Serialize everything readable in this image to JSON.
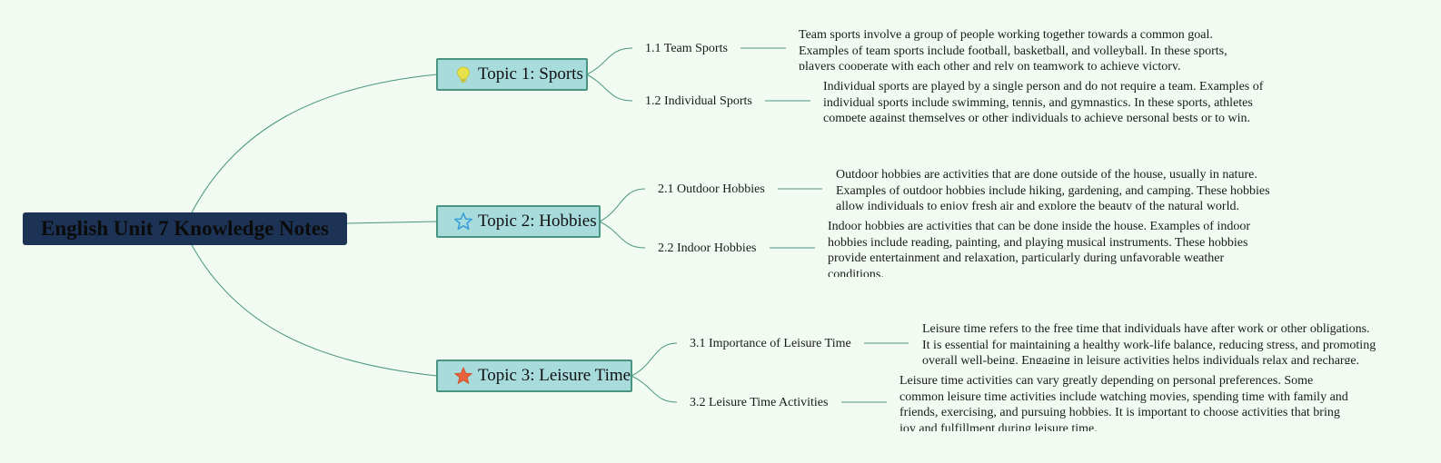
{
  "root": {
    "title": "English Unit 7 Knowledge Notes"
  },
  "topics": [
    {
      "title": "Topic 1: Sports",
      "icon": "lightbulb-icon",
      "icon_color": "#e8e24a",
      "subtopics": [
        {
          "title": "1.1 Team Sports",
          "note": "Team sports involve a group of people working together towards a common goal. Examples of team sports include football, basketball, and volleyball. In these sports, players cooperate with each other and rely on teamwork to achieve victory."
        },
        {
          "title": "1.2 Individual Sports",
          "note": "Individual sports are played by a single person and do not require a team. Examples of individual sports include swimming, tennis, and gymnastics. In these sports, athletes compete against themselves or other individuals to achieve personal bests or to win."
        }
      ]
    },
    {
      "title": "Topic 2: Hobbies",
      "icon": "star-outline-icon",
      "icon_color": "#3a9fd8",
      "subtopics": [
        {
          "title": "2.1 Outdoor Hobbies",
          "note": "Outdoor hobbies are activities that are done outside of the house, usually in nature. Examples of outdoor hobbies include hiking, gardening, and camping. These hobbies allow individuals to enjoy fresh air and explore the beauty of the natural world."
        },
        {
          "title": "2.2 Indoor Hobbies",
          "note": "Indoor hobbies are activities that can be done inside the house. Examples of indoor hobbies include reading, painting, and playing musical instruments. These hobbies provide entertainment and relaxation, particularly during unfavorable weather conditions."
        }
      ]
    },
    {
      "title": "Topic 3: Leisure Time",
      "icon": "star-filled-icon",
      "icon_color": "#e8643c",
      "subtopics": [
        {
          "title": "3.1 Importance of Leisure Time",
          "note": "Leisure time refers to the free time that individuals have after work or other obligations. It is essential for maintaining a healthy work-life balance, reducing stress, and promoting overall well-being. Engaging in leisure activities helps individuals relax and recharge."
        },
        {
          "title": "3.2 Leisure Time Activities",
          "note": "Leisure time activities can vary greatly depending on personal preferences. Some common leisure time activities include watching movies, spending time with family and friends, exercising, and pursuing hobbies. It is important to choose activities that bring joy and fulfillment during leisure time."
        }
      ]
    }
  ],
  "colors": {
    "background": "#f1fbf2",
    "root_fill": "#1d3355",
    "topic_fill": "#a8dcdc",
    "topic_border": "#4a9582",
    "connector": "#4a9582"
  }
}
